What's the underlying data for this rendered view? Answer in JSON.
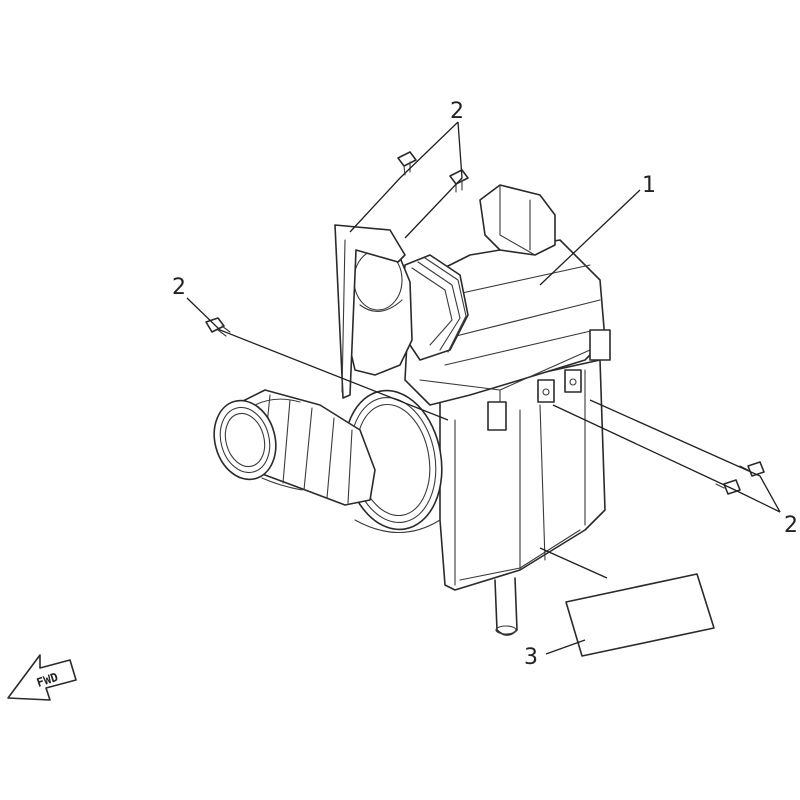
{
  "callouts": {
    "top": "2",
    "left": "2",
    "right": "2",
    "housing": "1",
    "label": "3"
  },
  "fwd_arrow": {
    "text": "FWD"
  }
}
